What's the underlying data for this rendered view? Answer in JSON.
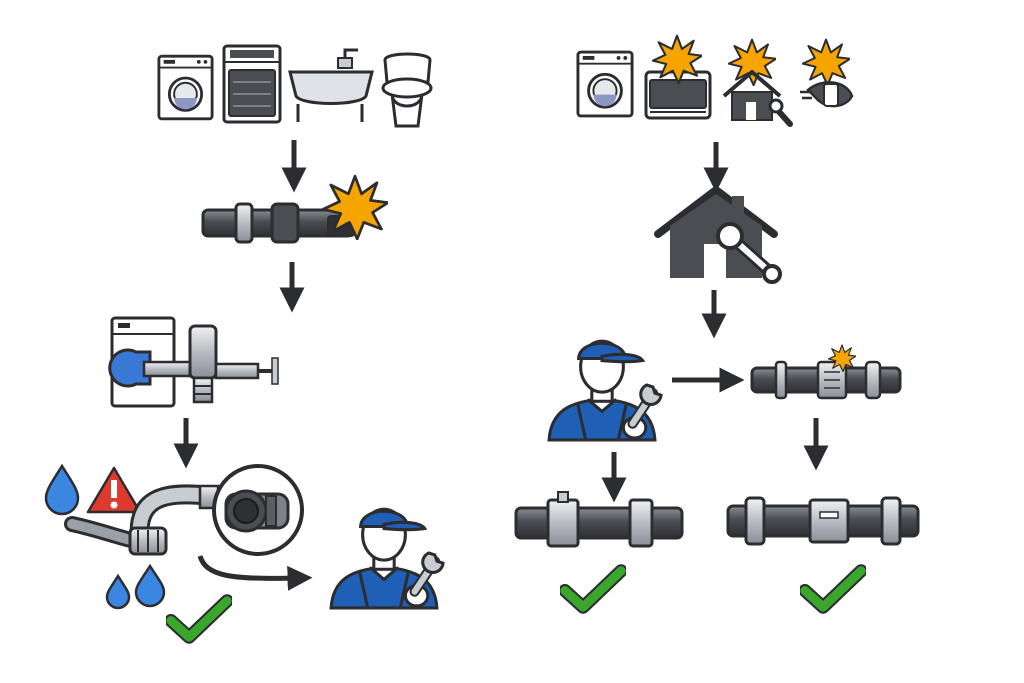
{
  "colors": {
    "accent_blue": "#1f5fb5",
    "blue_light": "#3a78d6",
    "water_blue": "#3b86e0",
    "burst_orange": "#f5a400",
    "warning_red": "#e03a2f",
    "check_green": "#3aa72c",
    "pipe_dark": "#4a4d52",
    "pipe_mid": "#7d8288",
    "steel_light": "#c9ccd1",
    "outline": "#2b2d31",
    "skin": "#ffffff"
  },
  "left_flow": {
    "appliances": [
      "washing-machine-icon",
      "dishwasher-icon",
      "sink-icon",
      "toilet-icon"
    ],
    "steps": [
      "leaking-pipe-joint",
      "appliance-shutoff-valve",
      "water-leak-warning",
      "plumber-call"
    ],
    "outcome": "check-icon"
  },
  "right_flow": {
    "appliances": [
      "washing-machine-icon",
      "water-heater-icon",
      "house-repair-icon",
      "faucet-icon"
    ],
    "steps": [
      "home-repair",
      "plumber",
      "pipe-with-clamp"
    ],
    "outcomes": [
      "check-icon",
      "check-icon"
    ]
  }
}
